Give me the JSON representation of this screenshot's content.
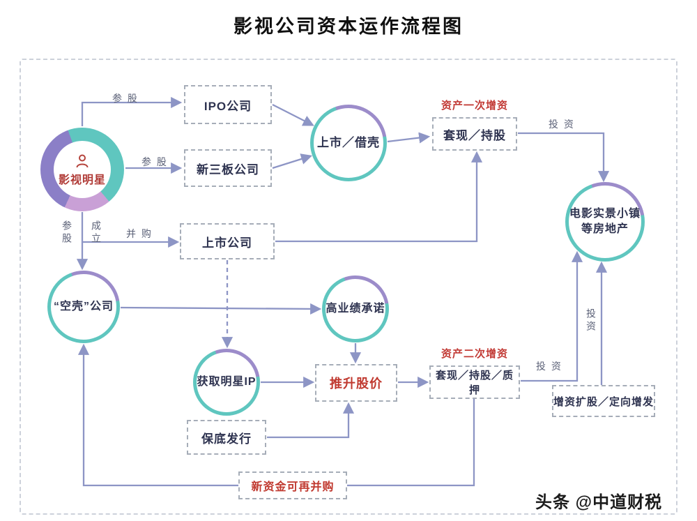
{
  "title": "影视公司资本运作流程图",
  "nodes": {
    "star": {
      "label": "影视明星"
    },
    "ipo": {
      "label": "IPO公司"
    },
    "neeq": {
      "label": "新三板公司"
    },
    "list_shell": {
      "label": "上市／借壳"
    },
    "cash_hold_1": {
      "label": "套现／持股"
    },
    "real_estate": {
      "line1": "电影实景小镇",
      "line2": "等房地产"
    },
    "shell_company": {
      "label": "“空壳”公司"
    },
    "listed_company": {
      "label": "上市公司"
    },
    "high_promise": {
      "label": "高业绩承诺"
    },
    "star_ip": {
      "label": "获取明星IP"
    },
    "push_price": {
      "label": "推升股价"
    },
    "cash_hold_pledge": {
      "label": "套现／持股／质押"
    },
    "guaranteed_release": {
      "label": "保底发行"
    },
    "capital_increase": {
      "label": "增资扩股／定向增发"
    },
    "new_funds": {
      "label": "新资金可再并购"
    }
  },
  "edge_labels": {
    "equity_top": "参 股",
    "equity_mid": "参 股",
    "merge": "并 购",
    "equity_down": "参股",
    "establish": "成立",
    "invest_1": "投 资",
    "invest_2": "投 资",
    "invest_3": "投资",
    "increase_1": "资产一次增资",
    "increase_2": "资产二次增资"
  },
  "watermark": "头条 @中道财税",
  "colors": {
    "teal": "#5fc6bf",
    "purple": "#8b7fc7",
    "lavender": "#c9a0d6",
    "line": "#8d95c5",
    "red": "#c0392f",
    "box_border": "#a6adb8",
    "text": "#2e3350"
  }
}
